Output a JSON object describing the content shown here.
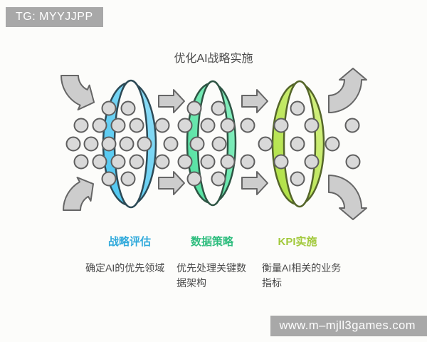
{
  "title": "优化AI战略实施",
  "watermarks": {
    "tg_badge": "TG: MYYJJPP",
    "site_badge": "www.m–mjll3games.com"
  },
  "stages": [
    {
      "label": "战略评估",
      "desc": "确定AI的优先领域",
      "label_color": "#2fa9db",
      "ring_fill_light": "#95dff7",
      "ring_fill_dark": "#45c4f0",
      "ring_stroke": "#2d4a56"
    },
    {
      "label": "数据策略",
      "desc": "优先处理关键数据架构",
      "label_color": "#2fbd7e",
      "ring_fill_light": "#8df0c2",
      "ring_fill_dark": "#4cdf9d",
      "ring_stroke": "#2e5544"
    },
    {
      "label": "KPI实施",
      "desc": "衡量AI相关的业务指标",
      "label_color": "#a2c93c",
      "ring_fill_light": "#d7f288",
      "ring_fill_dark": "#abdf3e",
      "ring_stroke": "#55662a"
    }
  ],
  "colors": {
    "background": "#fcfcfa",
    "badge_bg": "#a8a8a8",
    "badge_text": "#ffffff",
    "text": "#4a4a4a",
    "dot_fill": "#d9d9d9",
    "dot_stroke": "#5e5e5e",
    "arrow_fill": "#cdcdcd",
    "arrow_stroke": "#666666"
  }
}
